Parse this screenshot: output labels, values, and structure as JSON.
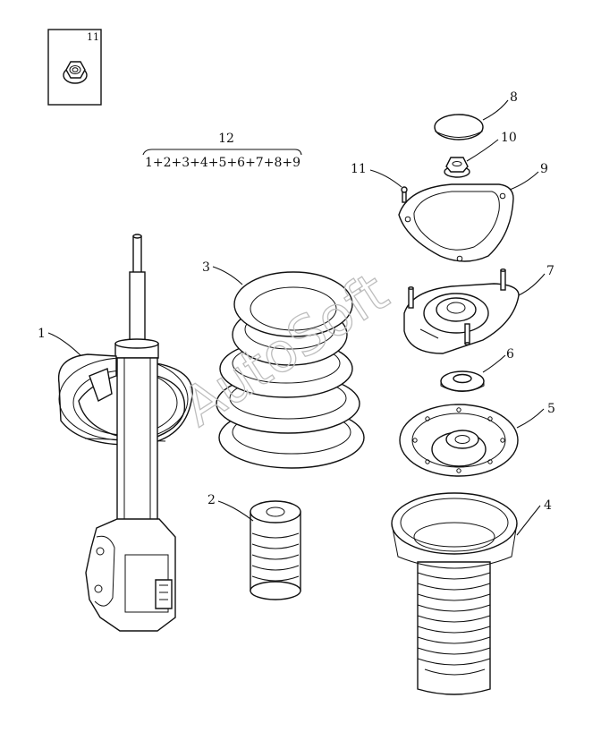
{
  "callouts": {
    "p1": "1",
    "p2": "2",
    "p3": "3",
    "p4": "4",
    "p5": "5",
    "p6": "6",
    "p7": "7",
    "p8": "8",
    "p9": "9",
    "p10": "10",
    "p11": "11",
    "inset": "11",
    "assembly_number": "12",
    "assembly_formula": "1+2+3+4+5+6+7+8+9"
  },
  "watermark": "AutoSoft",
  "parts": [
    {
      "id": "1",
      "icon": "strut-shock-absorber"
    },
    {
      "id": "2",
      "icon": "bump-stop"
    },
    {
      "id": "3",
      "icon": "coil-spring"
    },
    {
      "id": "4",
      "icon": "dust-boot"
    },
    {
      "id": "5",
      "icon": "spring-upper-seat"
    },
    {
      "id": "6",
      "icon": "thrust-bearing"
    },
    {
      "id": "7",
      "icon": "strut-mount"
    },
    {
      "id": "8",
      "icon": "dust-cap"
    },
    {
      "id": "9",
      "icon": "mount-gasket"
    },
    {
      "id": "10",
      "icon": "flange-nut"
    },
    {
      "id": "11",
      "icon": "stud-nut"
    }
  ]
}
